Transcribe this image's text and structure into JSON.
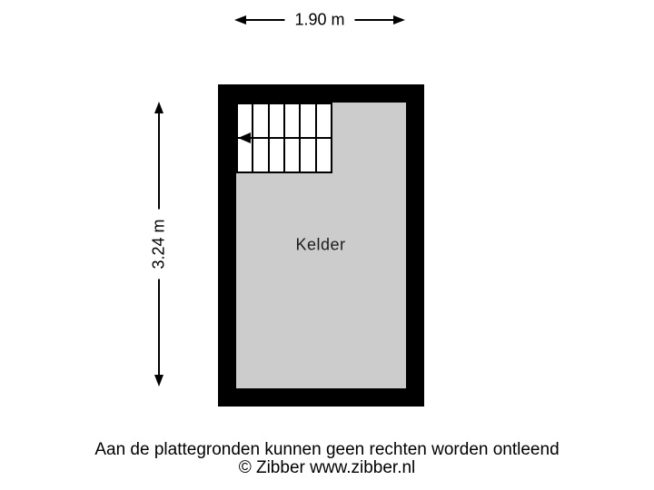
{
  "floorplan": {
    "room": {
      "label": "Kelder",
      "wall_color": "#000000",
      "floor_color": "#cccccc"
    },
    "stairs": {
      "treads": 6,
      "direction": "left"
    },
    "dimensions": {
      "width_label": "1.90 m",
      "height_label": "3.24 m"
    }
  },
  "footer": {
    "disclaimer": "Aan de plattegronden kunnen geen rechten worden ontleend",
    "copyright": "© Zibber www.zibber.nl"
  }
}
